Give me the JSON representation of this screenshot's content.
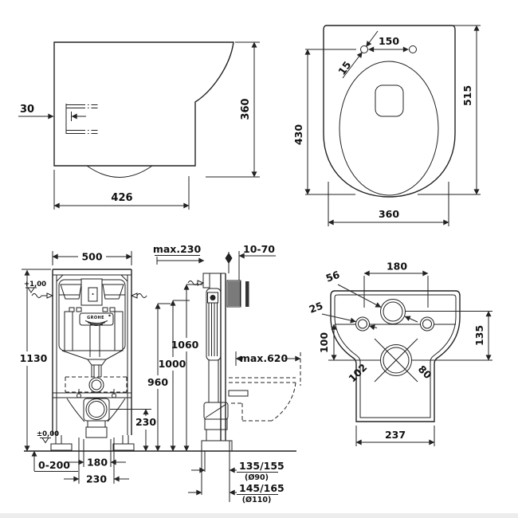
{
  "figure": {
    "type": "technical installation drawing",
    "units": "mm"
  },
  "views": {
    "wc_side": {
      "dims": {
        "fixing_offset": "30",
        "height": "360",
        "depth": "426"
      }
    },
    "wc_top": {
      "dims": {
        "seat_hole_spacing": "150",
        "seat_hole_dia": "15",
        "bowl_length": "430",
        "total_depth": "515",
        "width": "360"
      }
    },
    "frame_front": {
      "brand": "GROHE",
      "dims": {
        "width": "500",
        "height": "1130",
        "level_top": "+1,00",
        "level_floor": "±0,00",
        "floor_adjust": "0-200",
        "bolt_spacing": "180",
        "pipe_spacing": "230",
        "outlet_height": "230"
      }
    },
    "frame_side": {
      "dims": {
        "max_depth": "max.230",
        "wall_thickness": "10-70",
        "h1": "1060",
        "h2": "1000",
        "h3": "960",
        "max_projection": "max.620",
        "drain90": "135/155",
        "drain90_dia": "(Ø90)",
        "drain110": "145/165",
        "drain110_dia": "(Ø110)"
      }
    },
    "wc_rear": {
      "dims": {
        "fixing_spacing": "180",
        "inlet_dia": "56",
        "fixing_dia": "25",
        "axis_drop": "100",
        "inlet_drop": "135",
        "diag_a": "102",
        "diag_b": "80",
        "base_width": "237"
      }
    }
  }
}
